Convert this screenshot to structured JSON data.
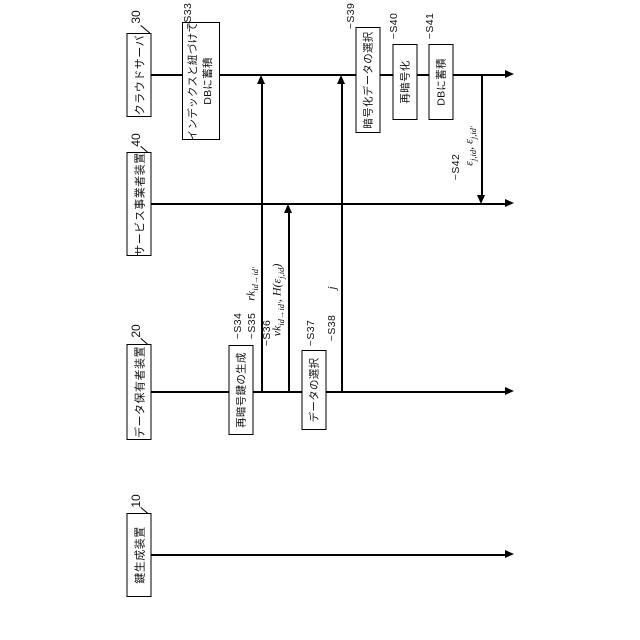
{
  "figure": {
    "entities": {
      "cloud": {
        "ref": "30",
        "label": "クラウドサーバ"
      },
      "service": {
        "ref": "40",
        "label": "サービス事業者装置"
      },
      "owner": {
        "ref": "20",
        "label": "データ保有者装置"
      },
      "keygen": {
        "ref": "10",
        "label": "鍵生成装置"
      }
    },
    "steps": {
      "s33": {
        "tag": "~S33",
        "line1": "インデックスと紐づけて",
        "line2": "DBに蓄積"
      },
      "s34": {
        "tag": "~S34",
        "label": "再暗号鍵の生成"
      },
      "s35": {
        "tag": "~S35"
      },
      "s36": {
        "tag": "~S36"
      },
      "s37": {
        "tag": "~S37",
        "label": "データの選択"
      },
      "s38": {
        "tag": "~S38"
      },
      "s39": {
        "tag": "~S39",
        "label": "暗号化データの選択"
      },
      "s40": {
        "tag": "~S40",
        "label": "再暗号化"
      },
      "s41": {
        "tag": "~S41",
        "label": "DBに蓄積"
      },
      "s42": {
        "tag": "~S42"
      }
    },
    "messages": {
      "s35": {
        "p1": "rk",
        "s1": "id→id'"
      },
      "s36": {
        "p1": "vk",
        "s1": "id→id'",
        "p2": ", H(ε",
        "s2": "j,id",
        "p3": ")"
      },
      "s38": {
        "p1": "j"
      },
      "s42": {
        "p1": "ε",
        "s1": "j,id",
        "p2": ", ε",
        "s2": "j,id'"
      }
    }
  }
}
